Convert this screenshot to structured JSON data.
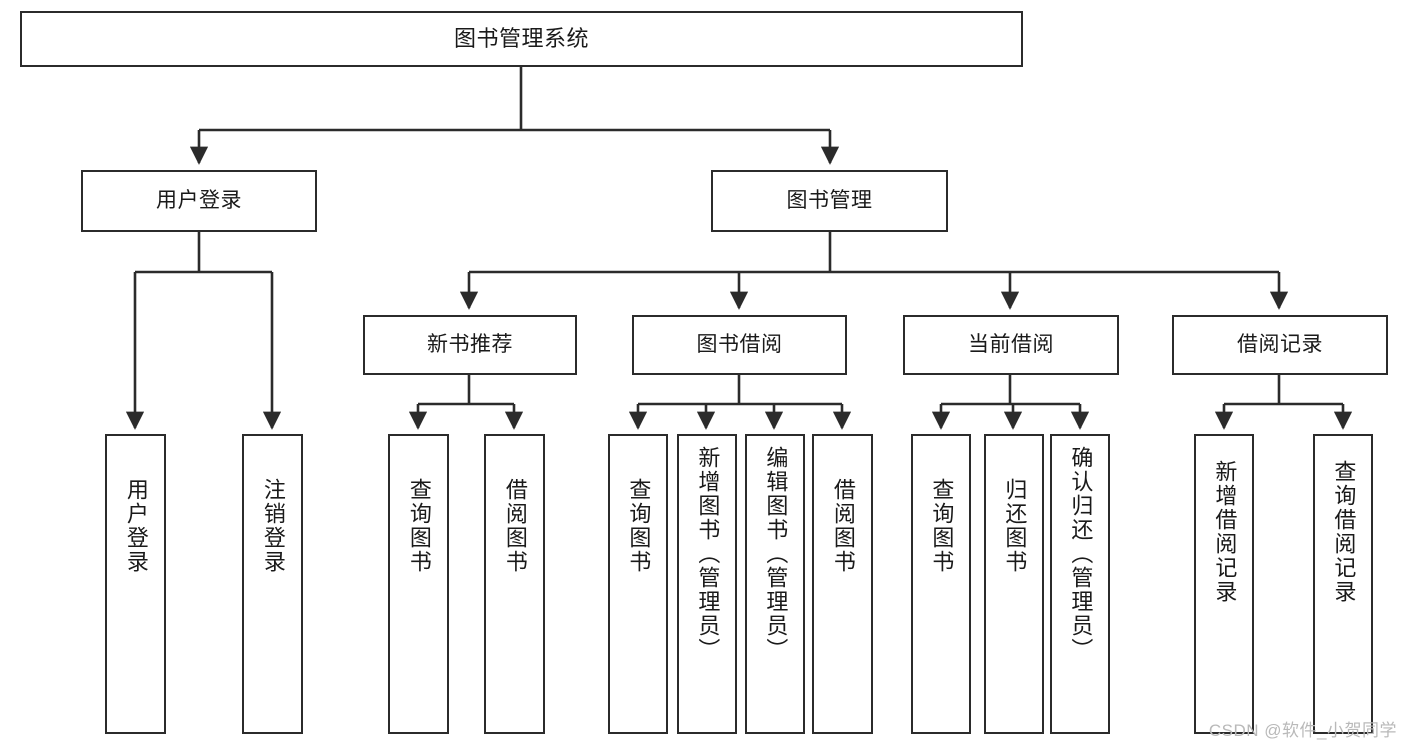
{
  "diagram": {
    "type": "tree-hierarchy",
    "title": "图书管理系统",
    "watermark": "CSDN @软件_小贺同学",
    "colors": {
      "box_border": "#2b2b2b",
      "box_fill": "#ffffff",
      "edge": "#2b2b2b",
      "text": "#1a1a1a",
      "background": "#ffffff",
      "watermark": "#b9b9b9"
    },
    "nodes": {
      "root": {
        "label": "图书管理系统"
      },
      "level2": [
        {
          "id": "user-login",
          "label": "用户登录"
        },
        {
          "id": "book-manage",
          "label": "图书管理"
        }
      ],
      "level3": [
        {
          "id": "new-book-recommend",
          "label": "新书推荐"
        },
        {
          "id": "book-borrow",
          "label": "图书借阅"
        },
        {
          "id": "current-borrow",
          "label": "当前借阅"
        },
        {
          "id": "borrow-record",
          "label": "借阅记录"
        }
      ],
      "leaves": {
        "user_login": [
          {
            "id": "leaf-user-login",
            "label": "用户登录"
          },
          {
            "id": "leaf-logout",
            "label": "注销登录"
          }
        ],
        "new_book_recommend": [
          {
            "id": "leaf-query-book-1",
            "label": "查询图书"
          },
          {
            "id": "leaf-borrow-book-1",
            "label": "借阅图书"
          }
        ],
        "book_borrow": [
          {
            "id": "leaf-query-book-2",
            "label": "查询图书"
          },
          {
            "id": "leaf-add-book",
            "label": "新增图书（管理员）"
          },
          {
            "id": "leaf-edit-book",
            "label": "编辑图书（管理员）"
          },
          {
            "id": "leaf-borrow-book-2",
            "label": "借阅图书"
          }
        ],
        "current_borrow": [
          {
            "id": "leaf-query-book-3",
            "label": "查询图书"
          },
          {
            "id": "leaf-return-book",
            "label": "归还图书"
          },
          {
            "id": "leaf-confirm-return",
            "label": "确认归还（管理员）"
          }
        ],
        "borrow_record": [
          {
            "id": "leaf-add-record",
            "label": "新增借阅记录"
          },
          {
            "id": "leaf-query-record",
            "label": "查询借阅记录"
          }
        ]
      }
    }
  }
}
